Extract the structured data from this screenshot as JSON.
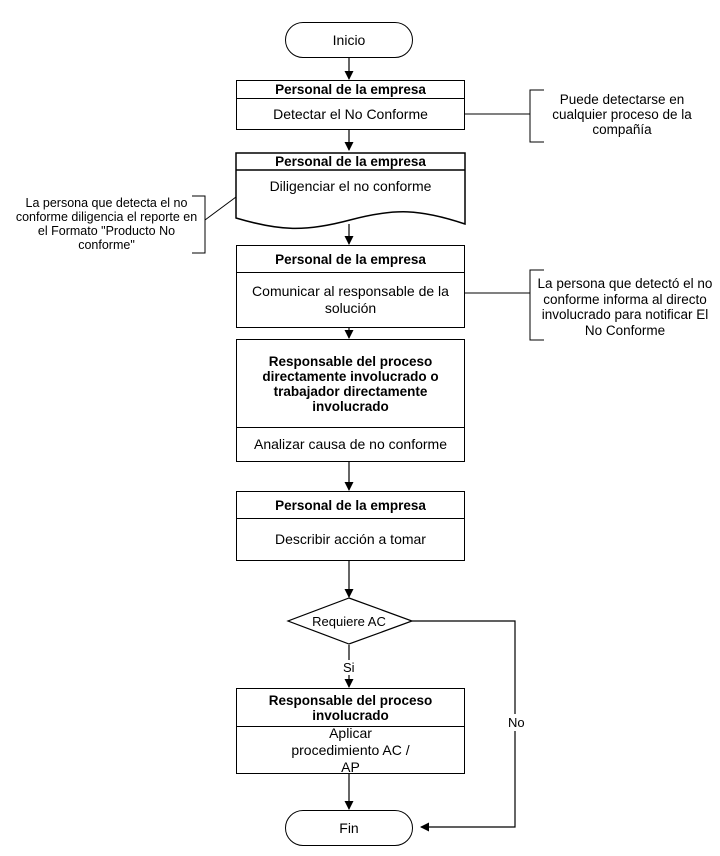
{
  "start": "Inicio",
  "end": "Fin",
  "steps": [
    {
      "role": "Personal de la empresa",
      "action": "Detectar el No Conforme"
    },
    {
      "role": "Personal de la empresa",
      "action": "Diligenciar el no conforme"
    },
    {
      "role": "Personal de la empresa",
      "action": "Comunicar al responsable de la solución"
    },
    {
      "role": "Responsable del proceso directamente involucrado o trabajador directamente involucrado",
      "action": "Analizar causa de no conforme"
    },
    {
      "role": "Personal de la empresa",
      "action": "Describir acción a tomar"
    },
    {
      "role": "Responsable del proceso involucrado",
      "action": "Aplicar procedimiento AC / AP"
    }
  ],
  "decision": {
    "label": "Requiere AC",
    "yes": "Si",
    "no": "No"
  },
  "notes": [
    "Puede detectarse en cualquier proceso de la compañía",
    "La persona que detecta el no conforme diligencia el reporte en el Formato \"Producto No conforme\"",
    "La persona que detectó el no conforme informa al directo involucrado para notificar El No Conforme"
  ]
}
